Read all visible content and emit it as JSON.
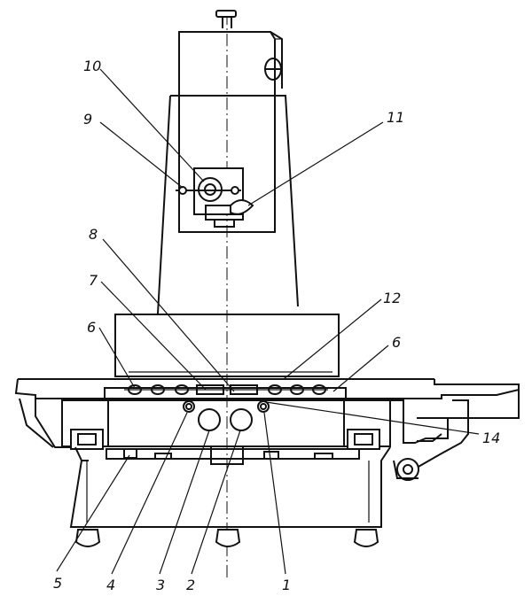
{
  "drawing": {
    "callouts": [
      "1",
      "2",
      "3",
      "4",
      "5",
      "6",
      "6",
      "7",
      "8",
      "9",
      "10",
      "11",
      "12",
      "14"
    ]
  }
}
